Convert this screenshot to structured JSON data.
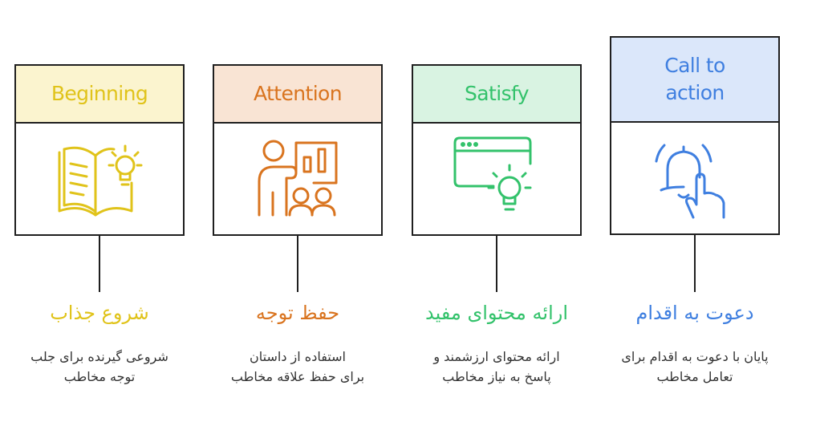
{
  "steps": [
    {
      "title": "Beginning",
      "heading": "شروع جذاب",
      "desc_lines": [
        "شروعی گیرنده برای جلب",
        "توجه مخاطب"
      ],
      "icon": "open-book-lightbulb-icon",
      "accent": "#e0c31a",
      "fill": "#fbf4cf"
    },
    {
      "title": "Attention",
      "heading": "حفظ توجه",
      "desc_lines": [
        "استفاده از داستان",
        "برای حفظ علاقه مخاطب"
      ],
      "icon": "presenter-audience-icon",
      "accent": "#d9741f",
      "fill": "#f9e4d4"
    },
    {
      "title": "Satisfy",
      "heading": "ارائه محتوای مفید",
      "desc_lines": [
        "ارائه محتوای ارزشمند و",
        "پاسخ به نیاز مخاطب"
      ],
      "icon": "browser-lightbulb-icon",
      "accent": "#33c26b",
      "fill": "#d9f3e2"
    },
    {
      "title_lines": [
        "Call to",
        "action"
      ],
      "heading": "دعوت به اقدام",
      "desc_lines": [
        "پایان با دعوت به اقدام برای",
        "تعامل مخاطب"
      ],
      "icon": "bell-tap-icon",
      "accent": "#3f7fe0",
      "fill": "#dbe7fa"
    }
  ]
}
